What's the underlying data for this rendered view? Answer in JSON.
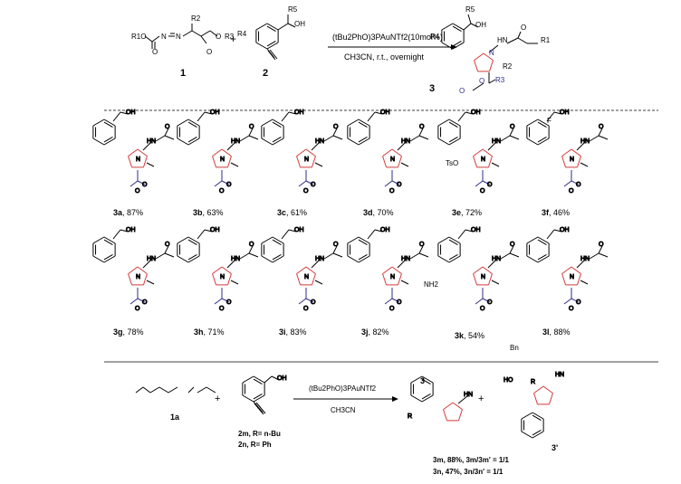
{
  "reaction": {
    "catalyst": "(tBu2PhO)3PAuNTf2(10mol%)",
    "conditions": "CH3CN, r.t., overnight",
    "plus": "+",
    "reactant1": {
      "label": "1",
      "groups": [
        "R1O",
        "O",
        "N",
        "N",
        "R2",
        "O",
        "R3",
        "O"
      ]
    },
    "reactant2": {
      "label": "2",
      "groups": [
        "R4",
        "R5",
        "OH"
      ]
    },
    "product": {
      "label": "3",
      "groups": [
        "R5",
        "OH",
        "R4",
        "HN",
        "O",
        "R1",
        "N",
        "R2",
        "O",
        "O",
        "R3"
      ]
    }
  },
  "products": [
    {
      "label": "3a",
      "yield": "87%"
    },
    {
      "label": "3b",
      "yield": "63%"
    },
    {
      "label": "3c",
      "yield": "61%"
    },
    {
      "label": "3d",
      "yield": "70%"
    },
    {
      "label": "3e",
      "yield": "72%"
    },
    {
      "label": "3f",
      "yield": "46%"
    },
    {
      "label": "3g",
      "yield": "78%"
    },
    {
      "label": "3h",
      "yield": "71%"
    },
    {
      "label": "3i",
      "yield": "83%"
    },
    {
      "label": "3j",
      "yield": "82%"
    },
    {
      "label": "3k",
      "yield": "54%"
    },
    {
      "label": "3l",
      "yield": "88%"
    }
  ],
  "substituent_labels": {
    "ts_o": "TsO",
    "fluoro": "F",
    "nh2": "NH2",
    "bn": "Bn"
  },
  "bottom": {
    "reactant": "1a",
    "alkyne_labels": [
      "2m, R= n-Bu",
      "2n, R= Ph"
    ],
    "catalyst": "(tBu2PhO)3PAuNTf2",
    "solvent": "CH3CN",
    "plus": "+",
    "product_labels": [
      "3",
      "3'"
    ],
    "results": [
      "3m, 88%, 3m/3m' = 1/1",
      "3n, 47%, 3n/3n' = 1/1"
    ]
  }
}
